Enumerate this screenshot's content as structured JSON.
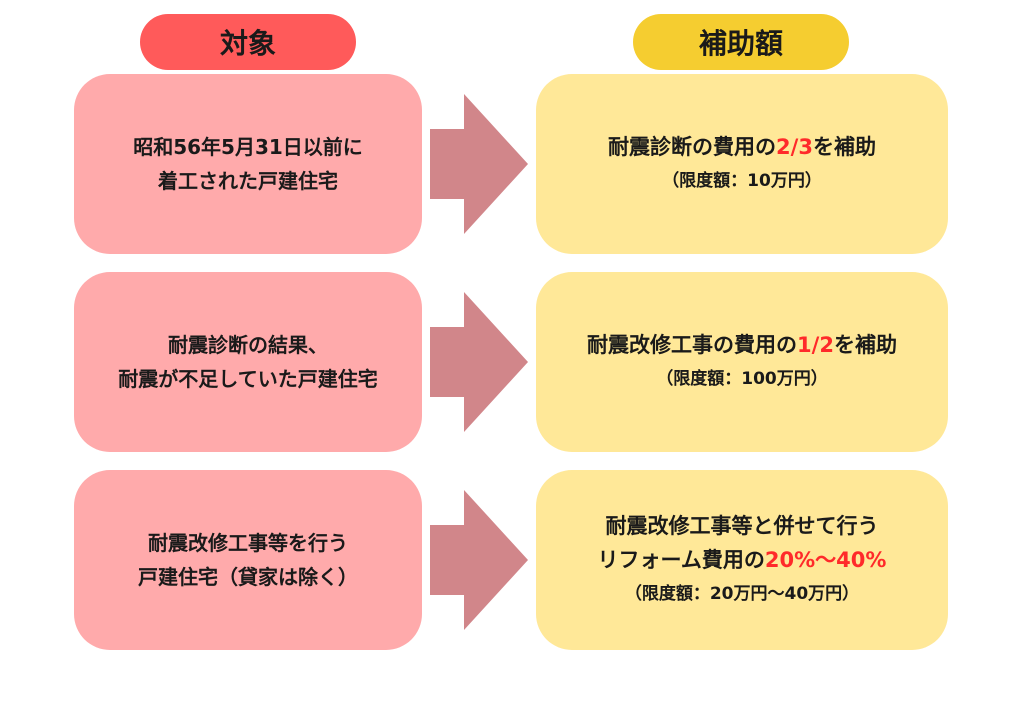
{
  "colors": {
    "target_header": "#ff5a5a",
    "amount_header": "#f5cd30",
    "target_card": "#ffaaab",
    "amount_card": "#ffe898",
    "arrow": "#d1868a",
    "highlight": "#ff2a2a"
  },
  "headers": {
    "target": "対象",
    "amount": "補助額"
  },
  "rows": [
    {
      "target": [
        "昭和56年5月31日以前に",
        "着工された戸建住宅"
      ],
      "amount_main": {
        "before": "耐震診断の費用の",
        "highlight": "2/3",
        "after": "を補助"
      },
      "amount_limit": "（限度額：10万円）"
    },
    {
      "target": [
        "耐震診断の結果、",
        "耐震が不足していた戸建住宅"
      ],
      "amount_main": {
        "before": "耐震改修工事の費用の",
        "highlight": "1/2",
        "after": "を補助"
      },
      "amount_limit": "（限度額：100万円）"
    },
    {
      "target": [
        "耐震改修工事等を行う",
        "戸建住宅（貸家は除く）"
      ],
      "amount_pre": "耐震改修工事等と併せて行う",
      "amount_main": {
        "before": "リフォーム費用の",
        "highlight": "20%〜40%",
        "after": ""
      },
      "amount_limit": "（限度額：20万円〜40万円）"
    }
  ]
}
